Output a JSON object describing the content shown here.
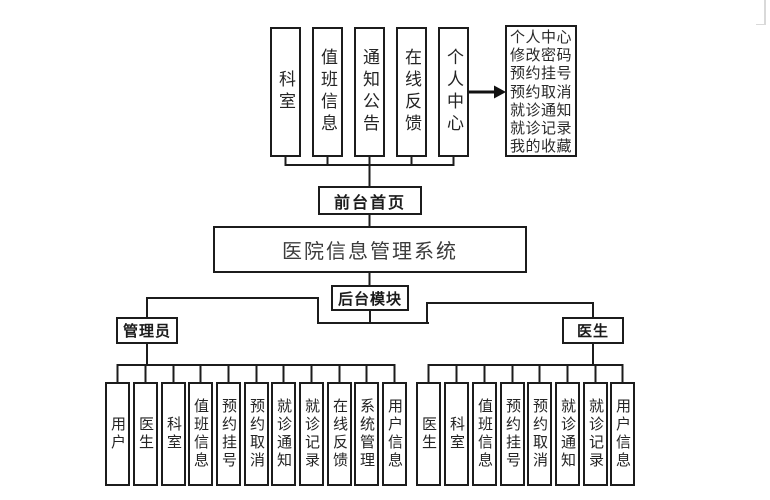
{
  "colors": {
    "line": "#1c1c1c",
    "text": "#242424",
    "background": "#ffffff"
  },
  "front_row": {
    "modules": [
      "科室",
      "值班信息",
      "通知公告",
      "在线反馈",
      "个人中心"
    ]
  },
  "personal_center_panel": {
    "lines": [
      "个人中心",
      "修改密码",
      "预约挂号",
      "预约取消",
      "就诊通知",
      "就诊记录",
      "我的收藏"
    ]
  },
  "front_home_label": "前台首页",
  "system_title": "医院信息管理系统",
  "backend_label": "后台模块",
  "roles": {
    "admin": "管理员",
    "doctor": "医生"
  },
  "admin_children": [
    "用户",
    "医生",
    "科室",
    "值班信息",
    "预约挂号",
    "预约取消",
    "就诊通知",
    "就诊记录",
    "在线反馈",
    "系统管理",
    "用户信息"
  ],
  "doctor_children": [
    "医生",
    "科室",
    "值班信息",
    "预约挂号",
    "预约取消",
    "就诊通知",
    "就诊记录",
    "用户信息"
  ]
}
